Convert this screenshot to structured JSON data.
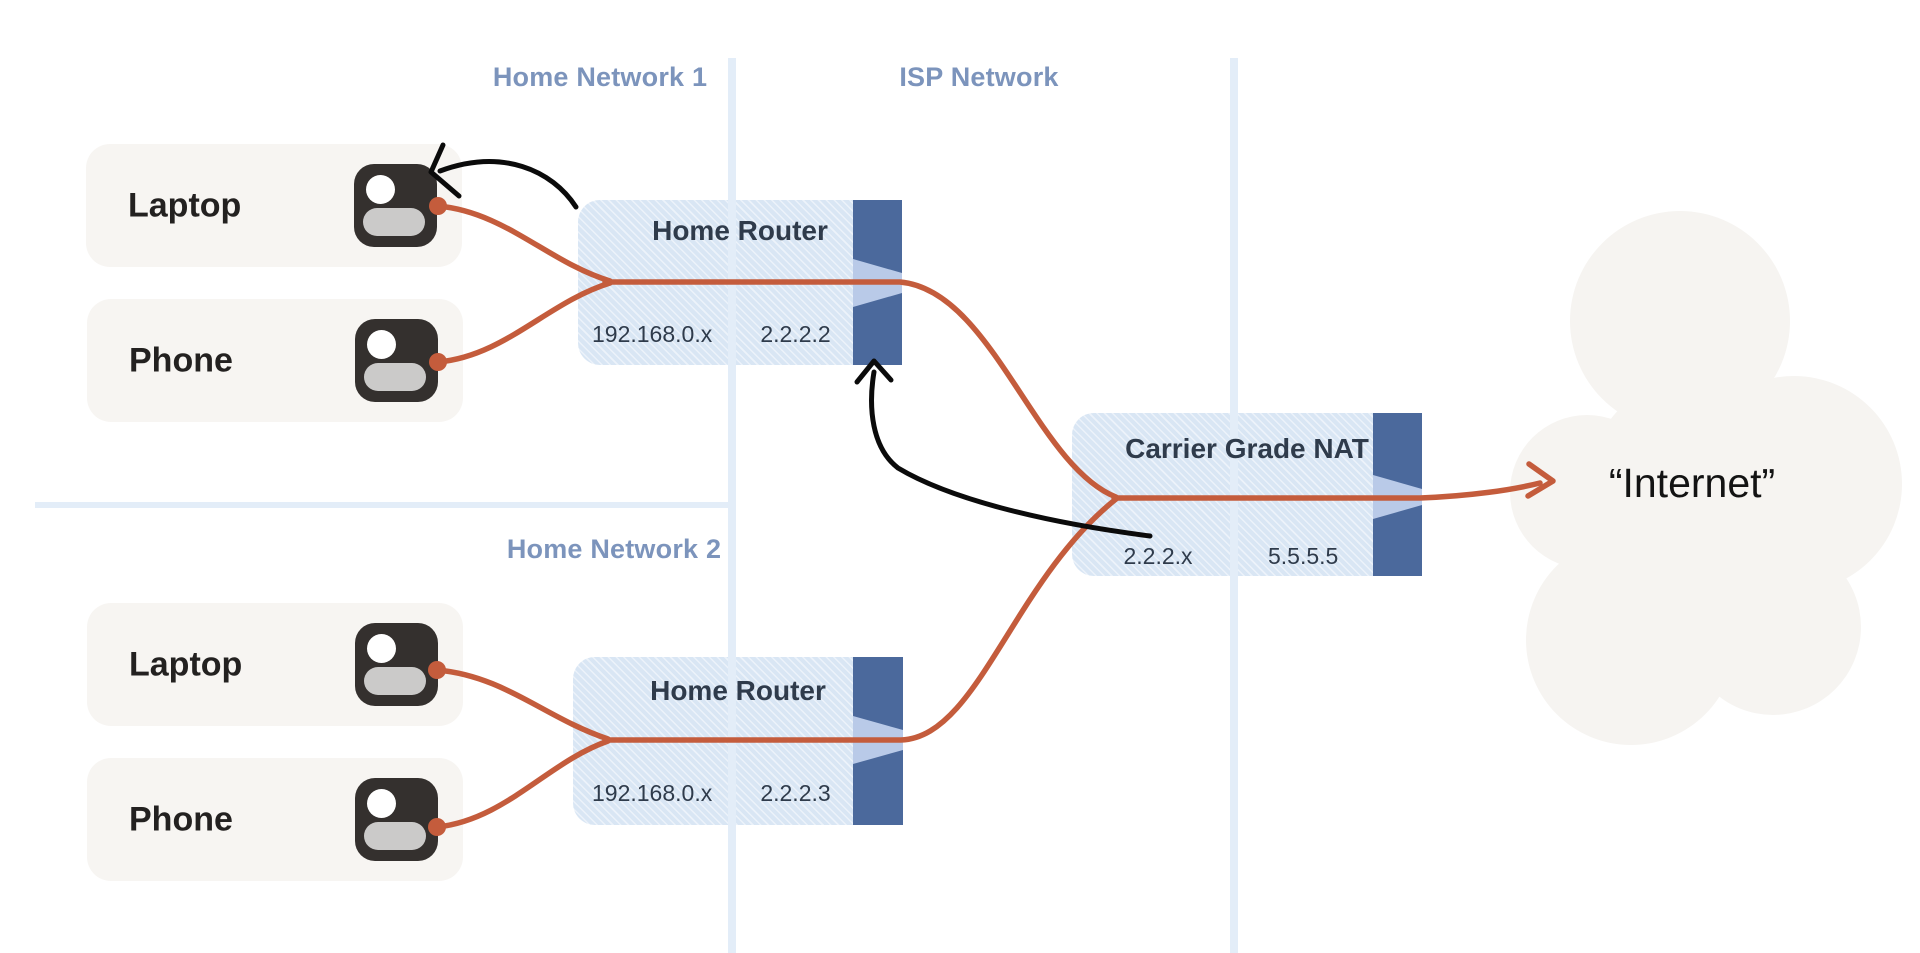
{
  "colors": {
    "background": "#ffffff",
    "accent-red": "#C45C3C",
    "arrow-black": "#0b0b0b",
    "zone-line": "#E3EDF8",
    "zone-label": "#7C94BC",
    "box-fill": "#D9E6F4",
    "box-text": "#2F3B4B",
    "port-dark": "#4B699C",
    "port-light": "#B9CAE8",
    "card-fill": "#F7F5F2",
    "card-text": "#232120",
    "icon-dark": "#34302E",
    "icon-body": "#CBCAC9",
    "cloud-fill": "#F6F4F1",
    "internet-text": "#131313"
  },
  "zones": [
    {
      "label": "Home Network 1"
    },
    {
      "label": "ISP Network"
    },
    {
      "label": "Home Network 2"
    }
  ],
  "networks": [
    {
      "devices": [
        {
          "label": "Laptop"
        },
        {
          "label": "Phone"
        }
      ],
      "router": {
        "title": "Home Router",
        "lan_ip": "192.168.0.x",
        "wan_ip": "2.2.2.2"
      }
    },
    {
      "devices": [
        {
          "label": "Laptop"
        },
        {
          "label": "Phone"
        }
      ],
      "router": {
        "title": "Home Router",
        "lan_ip": "192.168.0.x",
        "wan_ip": "2.2.2.3"
      }
    }
  ],
  "cgnat": {
    "title": "Carrier Grade NAT",
    "lan_ip": "2.2.2.x",
    "wan_ip": "5.5.5.5"
  },
  "internet": {
    "label": "“Internet”"
  },
  "icons": {
    "device": "user-device-icon",
    "router_port": "nat-funnel-port-icon",
    "cloud": "internet-cloud-icon"
  }
}
